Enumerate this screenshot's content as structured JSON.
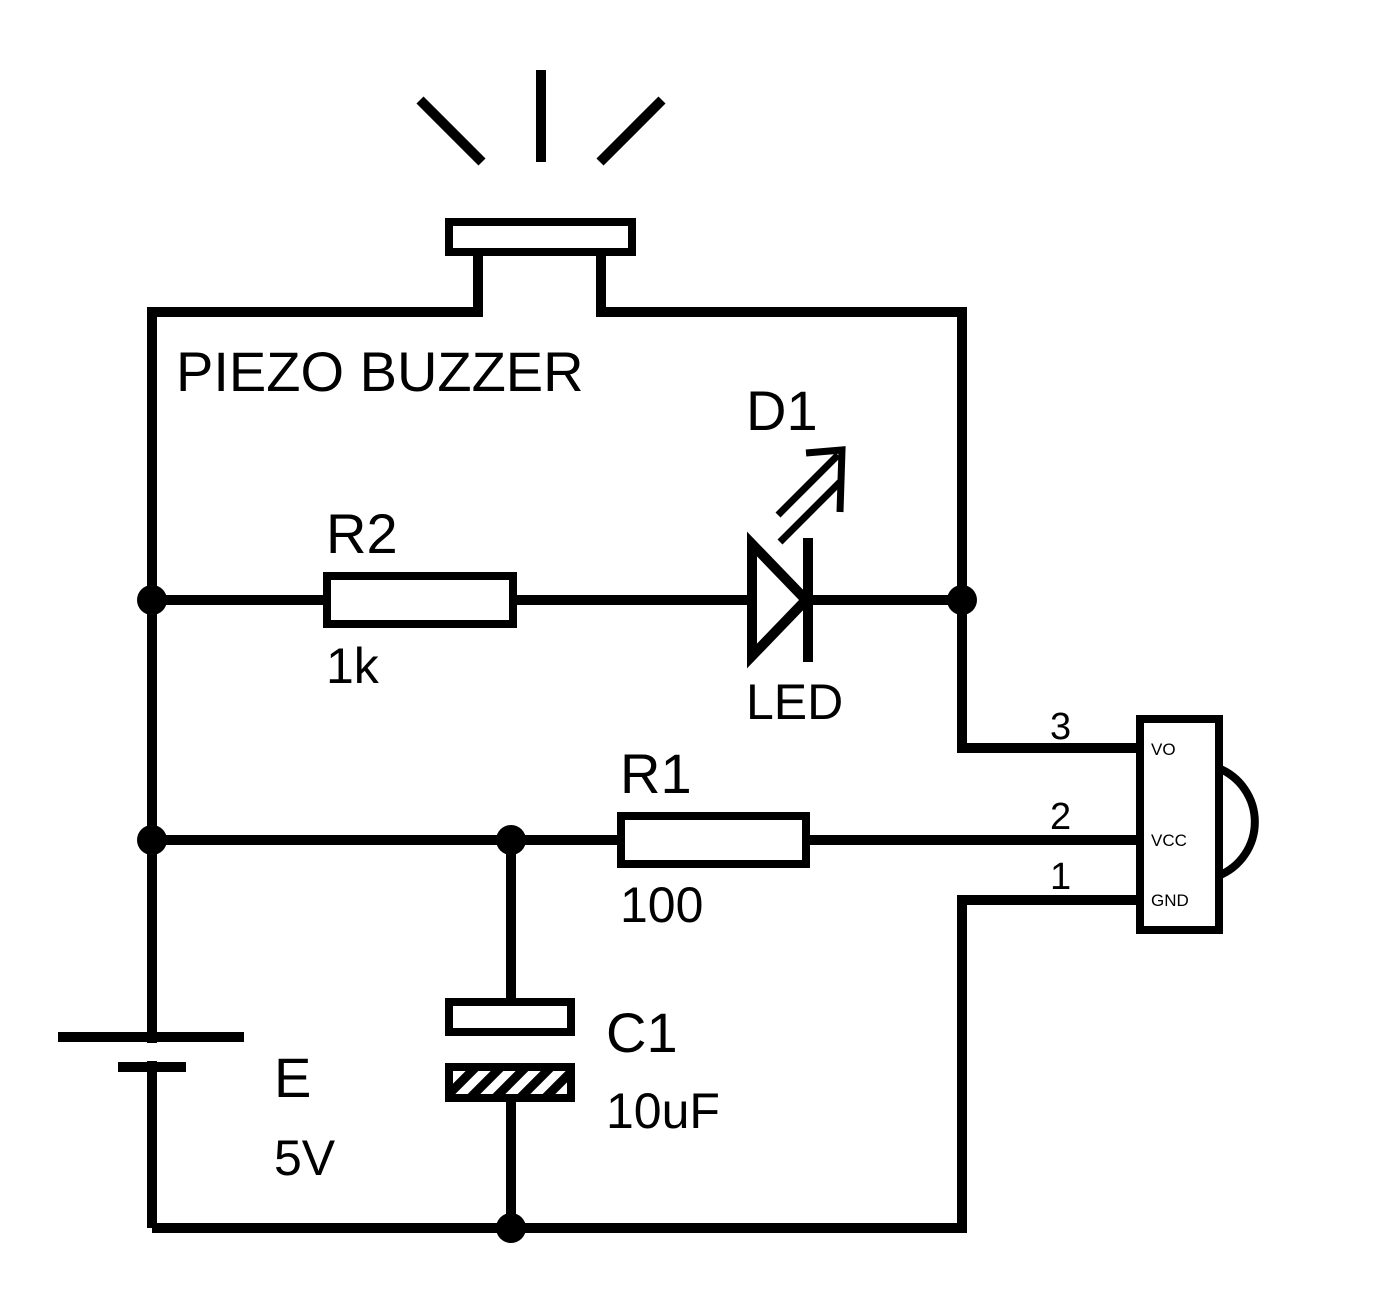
{
  "labels": {
    "buzzer": "PIEZO BUZZER",
    "r2_ref": "R2",
    "r2_value": "1k",
    "d1_ref": "D1",
    "d1_value": "LED",
    "r1_ref": "R1",
    "r1_value": "100",
    "c1_ref": "C1",
    "c1_value": "10uF",
    "e_ref": "E",
    "e_value": "5V"
  },
  "sensor": {
    "pin3": "3",
    "pin2": "2",
    "pin1": "1",
    "vo": "VO",
    "vcc": "VCC",
    "gnd": "GND"
  },
  "colors": {
    "ink": "#000000",
    "background": "#ffffff"
  }
}
